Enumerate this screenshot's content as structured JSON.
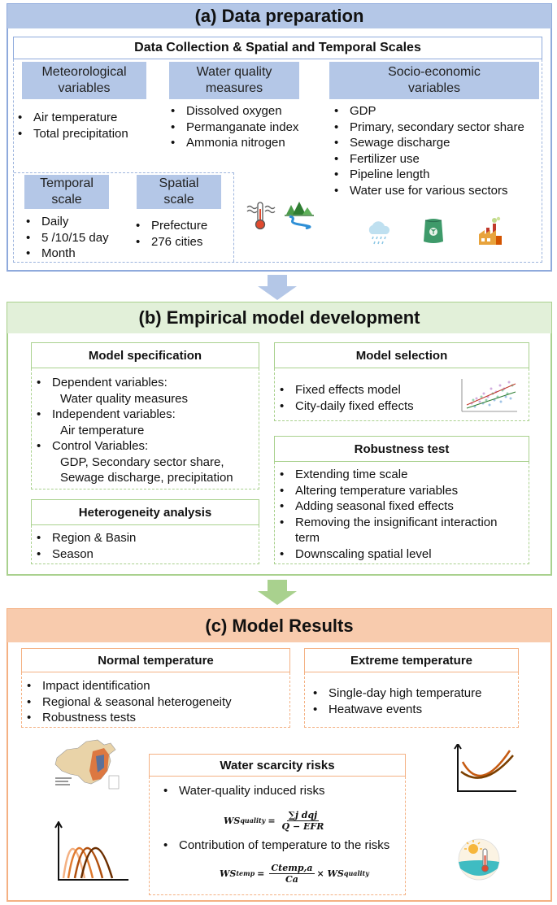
{
  "a": {
    "title": "(a) Data preparation",
    "collection_title": "Data Collection & Spatial and Temporal Scales",
    "meteorological": {
      "header": [
        "Meteorological",
        "variables"
      ],
      "items": [
        "Air temperature",
        "Total precipitation"
      ]
    },
    "water_quality": {
      "header": [
        "Water quality",
        "measures"
      ],
      "items": [
        "Dissolved oxygen",
        "Permanganate index",
        "Ammonia nitrogen"
      ]
    },
    "socio": {
      "header": [
        "Socio-economic",
        "variables"
      ],
      "items": [
        "GDP",
        "Primary, secondary sector share",
        "Sewage discharge",
        "Fertilizer use",
        "Pipeline length",
        "Water use for various sectors"
      ]
    },
    "temporal": {
      "header": [
        "Temporal",
        "scale"
      ],
      "items": [
        "Daily",
        "5 /10/15 day",
        "Month"
      ]
    },
    "spatial": {
      "header": [
        "Spatial",
        "scale"
      ],
      "items": [
        "Prefecture",
        "276 cities"
      ]
    },
    "icons": [
      "thermometer-icon",
      "river-landscape-icon",
      "rain-cloud-icon",
      "fertilizer-bag-icon",
      "factory-icon"
    ]
  },
  "b": {
    "title": "(b) Empirical model development",
    "spec": {
      "title": "Model specification",
      "items": [
        {
          "label": "Dependent variables:",
          "sub": [
            "Water quality measures"
          ]
        },
        {
          "label": "Independent variables:",
          "sub": [
            "Air temperature"
          ]
        },
        {
          "label": "Control Variables:",
          "sub": [
            "GDP, Secondary sector share,",
            "Sewage discharge, precipitation"
          ]
        }
      ]
    },
    "selection": {
      "title": "Model selection",
      "items": [
        "Fixed effects model",
        "City-daily fixed effects"
      ]
    },
    "robust": {
      "title": "Robustness test",
      "items": [
        "Extending time scale",
        "Altering temperature variables",
        "Adding seasonal fixed effects",
        "Removing the insignificant interaction",
        "Downscaling spatial level"
      ],
      "continuation": "term"
    },
    "hetero": {
      "title": "Heterogeneity analysis",
      "items": [
        "Region & Basin",
        "Season"
      ]
    }
  },
  "c": {
    "title": "(c) Model Results",
    "normal": {
      "title": "Normal temperature",
      "items": [
        "Impact identification",
        "Regional & seasonal heterogeneity",
        "Robustness tests"
      ]
    },
    "extreme": {
      "title": "Extreme temperature",
      "items": [
        "Single-day high temperature",
        "Heatwave events"
      ]
    },
    "water": {
      "title": "Water scarcity risks",
      "items": [
        "Water-quality induced risks",
        "Contribution of temperature to the risks"
      ],
      "f1": {
        "lhs": "WS",
        "lhs_sub": "quality",
        "num": "∑j dqj",
        "den": "Q − EFR"
      },
      "f2": {
        "lhs": "WS",
        "lhs_sub": "temp",
        "num": "Ctemp,a",
        "den": "Ca",
        "times": "× WS",
        "times_sub": "quality"
      }
    },
    "icons": [
      "china-map-icon",
      "line-curves-icon",
      "bell-curves-icon",
      "sun-water-icon"
    ]
  },
  "colors": {
    "blue_frame": "#8faadc",
    "blue_header": "#b4c7e7",
    "green_frame": "#a9d18e",
    "green_header": "#e2f0d9",
    "orange_frame": "#f4b183",
    "orange_header": "#f8cbad"
  }
}
